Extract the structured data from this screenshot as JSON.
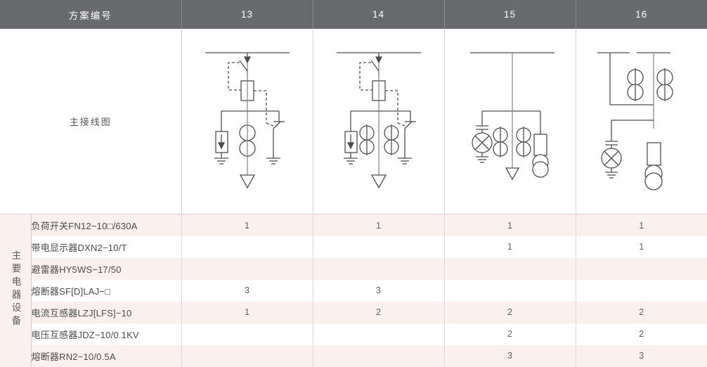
{
  "header": {
    "row_label": "方案编号",
    "scheme_numbers": [
      "13",
      "14",
      "15",
      "16"
    ]
  },
  "diagram_row": {
    "label": "主接线图",
    "schemes": [
      {
        "number": "13",
        "symbols": [
          "busbar",
          "load-switch",
          "mechanical-interlock-dashed",
          "fuse",
          "surge-arrester",
          "current-transformer-pair",
          "earthing-switch",
          "cable-outgoing"
        ]
      },
      {
        "number": "14",
        "symbols": [
          "busbar",
          "load-switch",
          "mechanical-interlock-dashed",
          "fuse",
          "surge-arrester",
          "current-transformer-pair",
          "current-transformer-pair",
          "earthing-switch",
          "cable-outgoing"
        ]
      },
      {
        "number": "15",
        "symbols": [
          "busbar",
          "live-display-indicator",
          "current-transformer-pair",
          "current-transformer-pair",
          "fuse",
          "voltage-transformer",
          "cable-outgoing"
        ]
      },
      {
        "number": "16",
        "symbols": [
          "split-busbar",
          "current-transformer-pair",
          "current-transformer-pair",
          "live-display-indicator",
          "fuse",
          "voltage-transformer"
        ]
      }
    ]
  },
  "equipment_group": {
    "vertical_label": "主要电器设备",
    "rows": [
      {
        "name": "负荷开关FN12−10□/630A",
        "qty": [
          "1",
          "1",
          "1",
          "1"
        ]
      },
      {
        "name": "带电显示器DXN2−10/T",
        "qty": [
          "",
          "",
          "1",
          "1"
        ]
      },
      {
        "name": "避雷器HY5WS−17/50",
        "qty": [
          "",
          "",
          "",
          ""
        ]
      },
      {
        "name": "熔断器SF[D]LAJ−□",
        "qty": [
          "3",
          "3",
          "",
          ""
        ]
      },
      {
        "name": "电流互感器LZJ[LFS]−10",
        "qty": [
          "1",
          "2",
          "2",
          "2"
        ]
      },
      {
        "name": "电压互感器JDZ−10/0.1KV",
        "qty": [
          "",
          "",
          "2",
          "2"
        ]
      },
      {
        "name": "熔断器RN2−10/0.5A",
        "qty": [
          "",
          "",
          "3",
          "3"
        ]
      }
    ]
  },
  "colors": {
    "header_gray": "#696a6d",
    "row_tint": "#fbf0ee",
    "row_plain": "#ffffff",
    "line": "#4d4d4d",
    "grid": "#ded7d7"
  }
}
